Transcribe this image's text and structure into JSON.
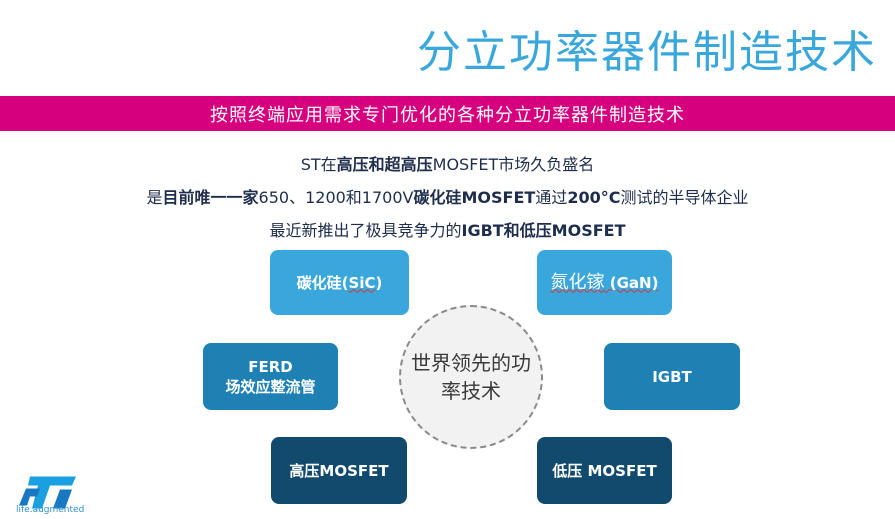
{
  "slide": {
    "title": "分立功率器件制造技术",
    "banner": "按照终端应用需求专门优化的各种分立功率器件制造技术",
    "line1": {
      "a": "ST在",
      "b": "高压和超高压",
      "c": "MOSFET市场久负盛名"
    },
    "line2": {
      "a": "是",
      "b": "目前唯一一家",
      "c": "650、1200和1700V",
      "d": "碳化硅MOSFET",
      "e": "通过",
      "f": "200°C",
      "g": "测试的半导体企业"
    },
    "line3": {
      "a": "最近新推出了极具竞争力的",
      "b": "IGBT和低压MOSFET"
    },
    "center": "世界领先的功率技术",
    "boxes": {
      "sic": {
        "pre": "碳化硅(",
        "mid": "SiC",
        "post": ")"
      },
      "gan": {
        "pre": "氮化镓",
        "mid": " (GaN)"
      },
      "ferd": {
        "line1": "FERD",
        "line2": "场效应整流管"
      },
      "igbt": "IGBT",
      "hv": "高压MOSFET",
      "lv": "低压 MOSFET"
    },
    "logo_tagline": "life.augmented"
  },
  "colors": {
    "title": "#3aa7dc",
    "banner": "#d6007e",
    "box_light": "#3aa7dc",
    "box_mid": "#1e80b3",
    "box_dark": "#124a6e",
    "text": "#1f2d4d"
  }
}
